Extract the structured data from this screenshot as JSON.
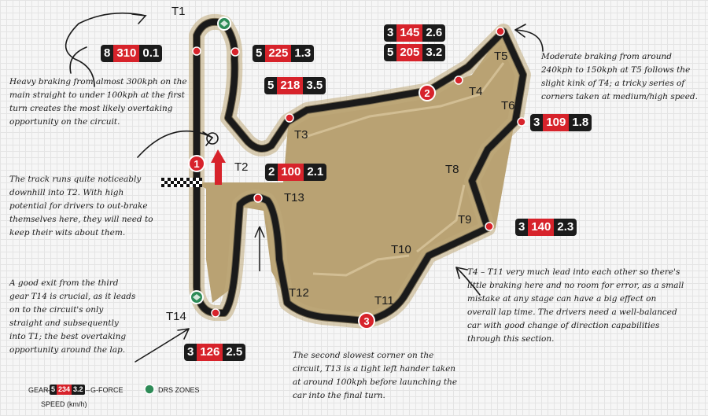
{
  "turn_labels": [
    "T1",
    "T2",
    "T3",
    "T4",
    "T5",
    "T6",
    "T8",
    "T9",
    "T10",
    "T11",
    "T12",
    "T13",
    "T14"
  ],
  "drs_points": [
    "1",
    "2",
    "3"
  ],
  "speed_boxes": [
    {
      "gear": "8",
      "speed": "310",
      "gforce": "0.1"
    },
    {
      "gear": "5",
      "speed": "225",
      "gforce": "1.3"
    },
    {
      "gear": "5",
      "speed": "218",
      "gforce": "3.5"
    },
    {
      "gear": "3",
      "speed": "145",
      "gforce": "2.6"
    },
    {
      "gear": "5",
      "speed": "205",
      "gforce": "3.2"
    },
    {
      "gear": "3",
      "speed": "109",
      "gforce": "1.8"
    },
    {
      "gear": "2",
      "speed": "100",
      "gforce": "2.1"
    },
    {
      "gear": "3",
      "speed": "140",
      "gforce": "2.3"
    },
    {
      "gear": "3",
      "speed": "126",
      "gforce": "2.5"
    }
  ],
  "notes": {
    "braking": "Heavy braking from almost 300kph on the main straight to under 100kph at the first turn creates the most likely overtaking opportunity on the circuit.",
    "downhill": "The track runs quite noticeably downhill into T2. With high potential for drivers to out-brake themselves here, they will need to keep their wits about them.",
    "exit": "A good exit from the third gear T14 is crucial, as it leads on to the circuit's only straight and subsequently into T1; the best overtaking opportunity around the lap.",
    "t13": "The second slowest corner on the circuit, T13 is a tight left hander taken at around 100kph before launching the car into the final turn.",
    "t4_t11": "T4 – T11 very much lead into each other so there's little braking here and no room for error, as a small mistake at any stage can have a big effect on overall lap time. The drivers need a well-balanced car with good change of direction capabilities through this section.",
    "t5": "Moderate braking from around 240kph to 150kph at T5 follows the slight kink of T4; a tricky series of corners taken at medium/high speed."
  },
  "legend": {
    "gear_label": "GEAR",
    "gforce_label": "G-FORCE",
    "speed_label": "SPEED (km/h)",
    "example_gear": "5",
    "example_speed": "234",
    "example_gforce": "3.2",
    "drs_label": "DRS ZONES"
  },
  "colors": {
    "track_fill": "#bfa97a",
    "track_edge": "#1a1a1a",
    "kerb": "#d7232b",
    "drs": "#2e8b57",
    "background": "#f6f6f6"
  }
}
